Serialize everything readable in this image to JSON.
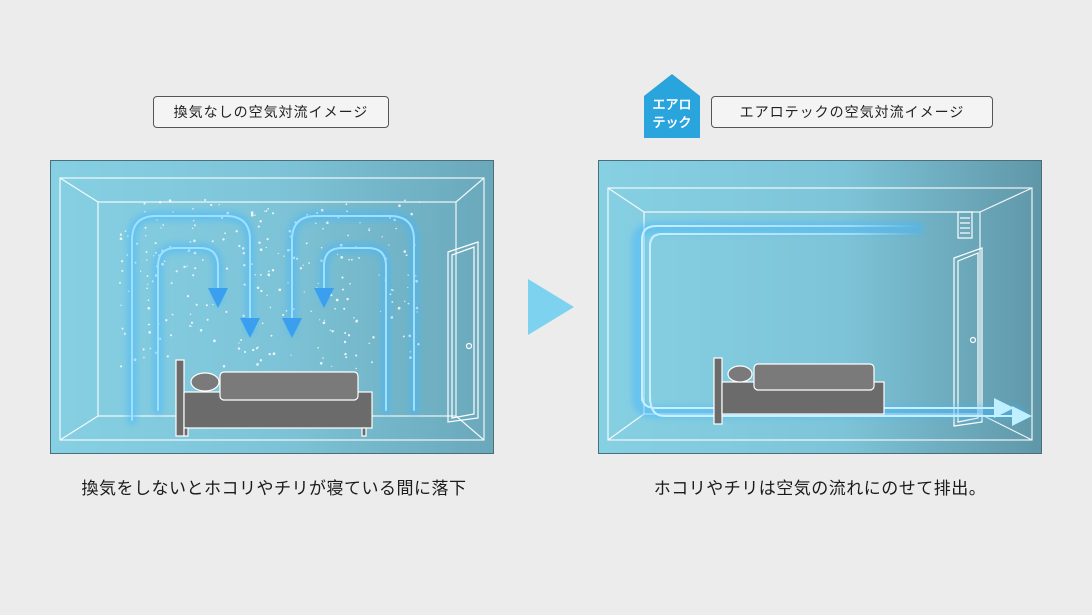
{
  "left": {
    "label": "換気なしの空気対流イメージ",
    "caption": "換気をしないとホコリやチリが寝ている間に落下"
  },
  "right": {
    "logo_line1": "エアロ",
    "logo_line2": "テック",
    "label": "エアロテックの空気対流イメージ",
    "caption": "ホコリやチリは空気の流れにのせて排出。"
  },
  "colors": {
    "room_bg": "#7fc3d6",
    "arrow_glow": "#3fb6ff",
    "play_arrow": "#7dd3ef",
    "logo_blue": "#29a4dd"
  }
}
